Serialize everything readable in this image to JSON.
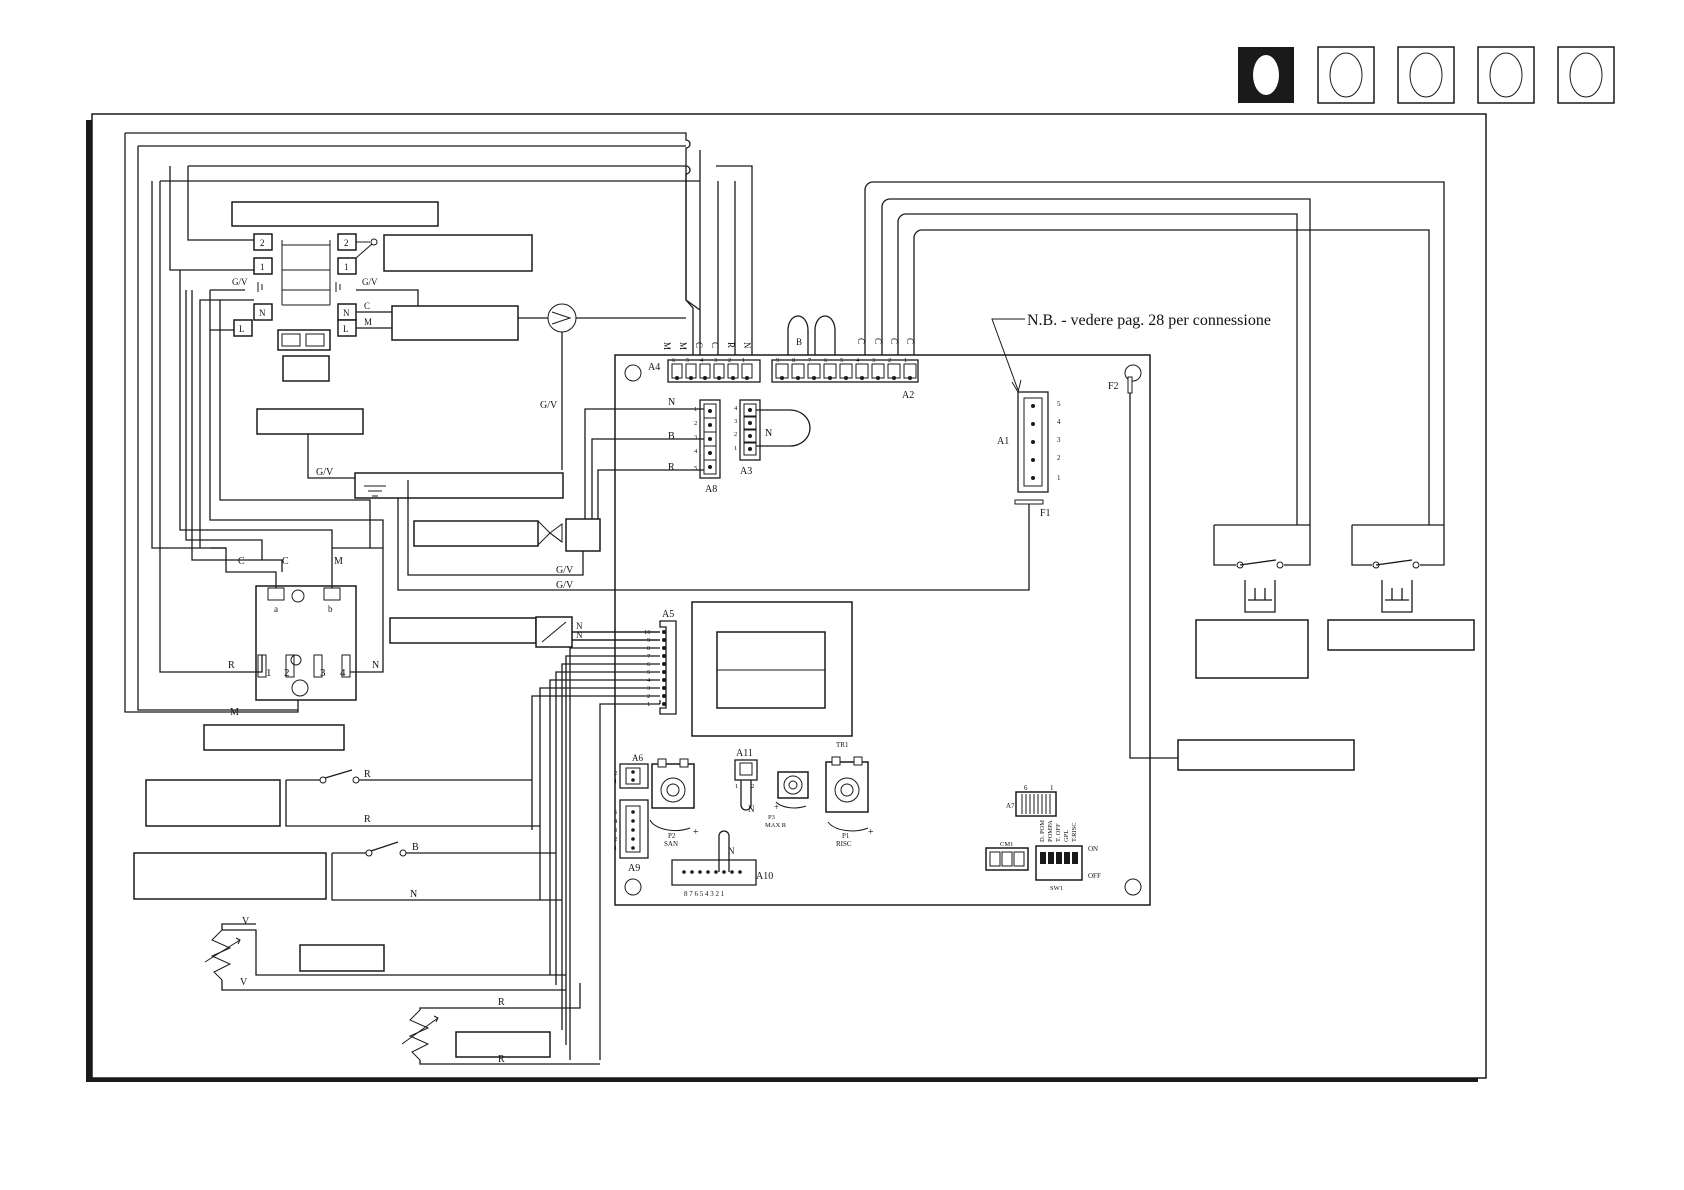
{
  "page_markers": {
    "count": 5,
    "active_index": 0
  },
  "note": "N.B. - vedere pag. 28 per connessione",
  "connectors": {
    "A1": "A1",
    "A2": "A2",
    "A3": "A3",
    "A4": "A4",
    "A5": "A5",
    "A6": "A6",
    "A7": "A7",
    "A8": "A8",
    "A9": "A9",
    "A10": "A10",
    "A11": "A11",
    "F1": "F1",
    "F2": "F2",
    "TR1": "TR1",
    "CM1": "CM1",
    "SW1": "SW1"
  },
  "a4_wire_labels": [
    "M",
    "M",
    "C",
    "C",
    "R",
    "N"
  ],
  "a4_pins": [
    "6",
    "5",
    "4",
    "3",
    "2",
    "1"
  ],
  "a2_wire_labels": [
    "C",
    "C",
    "C",
    "C"
  ],
  "a2_b_label": "B",
  "a2_pins": [
    "9",
    "8",
    "7",
    "6",
    "5",
    "4",
    "3",
    "2",
    "1"
  ],
  "a1_pins": [
    "5",
    "4",
    "3",
    "2",
    "1"
  ],
  "a8_pins": [
    "1",
    "2",
    "3",
    "4",
    "5"
  ],
  "a8_wire_labels": [
    "N",
    "B",
    "R"
  ],
  "a3_pins": [
    "4",
    "3",
    "2",
    "1"
  ],
  "a3_wire_label": "N",
  "a5_pins": [
    "10",
    "9",
    "8",
    "7",
    "6",
    "5",
    "4",
    "3",
    "2",
    "1"
  ],
  "a5_wire_labels": [
    "N",
    "N"
  ],
  "a10_pins": "8 7 6 5 4 3 2 1",
  "a10_wire_label": "N",
  "a11_pins": [
    "1",
    "2"
  ],
  "a11_wire_label": "N",
  "a6_pins": [
    "2",
    "1"
  ],
  "a9_pins": [
    "5",
    "4",
    "3",
    "2",
    "1"
  ],
  "a7_pins": [
    "6",
    "1"
  ],
  "pots": {
    "p1": "P1",
    "p1_sub": "RISC",
    "p2": "P2",
    "p2_sub": "SAN",
    "p3": "P3",
    "p3_sub": "MAX R"
  },
  "sw1_labels": [
    "D. POM",
    "POMPA",
    "T. OFF",
    "GPL",
    "T.RISC"
  ],
  "sw1_on": "ON",
  "sw1_off": "OFF",
  "gas_valve_terminals": {
    "a": "a",
    "b": "b",
    "t1": "1",
    "t2": "2",
    "t3": "3",
    "t4": "4"
  },
  "left_wire_labels": {
    "gv": "G/V",
    "c": "C",
    "m": "M",
    "r": "R",
    "n": "N",
    "b": "B",
    "v": "V"
  },
  "relay_terminals": {
    "two": "2",
    "one": "1",
    "l": "L",
    "n": "N"
  }
}
